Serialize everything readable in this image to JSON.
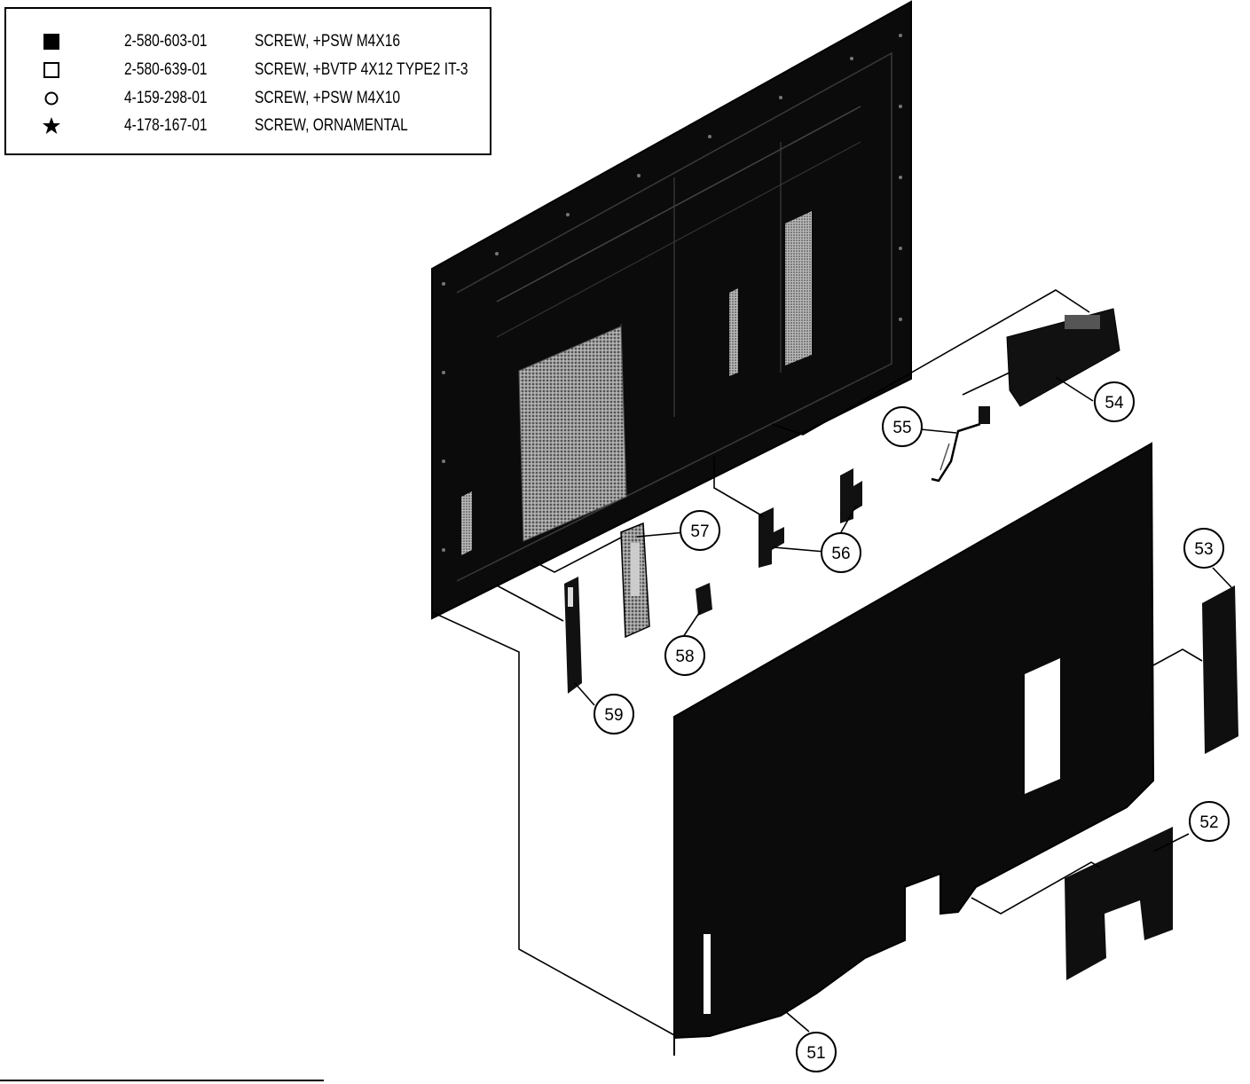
{
  "legend": {
    "rows": [
      {
        "symbol": "filled-square",
        "part_number": "2-580-603-01",
        "description": "SCREW, +PSW M4X16"
      },
      {
        "symbol": "open-square",
        "part_number": "2-580-639-01",
        "description": "SCREW, +BVTP 4X12 TYPE2 IT-3"
      },
      {
        "symbol": "open-circle",
        "part_number": "4-159-298-01",
        "description": "SCREW, +PSW M4X10"
      },
      {
        "symbol": "star",
        "part_number": "4-178-167-01",
        "description": "SCREW, ORNAMENTAL"
      }
    ]
  },
  "callouts": {
    "c51": "51",
    "c52": "52",
    "c53": "53",
    "c54": "54",
    "c55": "55",
    "c56": "56",
    "c57": "57",
    "c58": "58",
    "c59": "59"
  },
  "colors": {
    "ink": "#000000",
    "paper": "#ffffff",
    "panel_dark": "#0b0b0b",
    "board_grey": "#8a8a8a"
  }
}
